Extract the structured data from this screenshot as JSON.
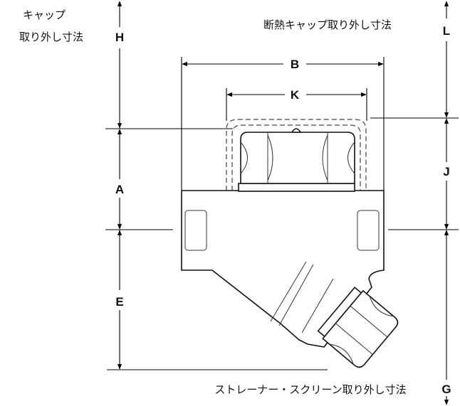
{
  "labels": {
    "cap_removal_line1": "キャップ",
    "cap_removal_line2": "取り外し寸法",
    "insulated_cap_removal": "断熱キャップ取り外し寸法",
    "strainer_screen_removal": "ストレーナー・スクリーン取り外し寸法"
  },
  "dimensions": {
    "H": "H",
    "L": "L",
    "B": "B",
    "K": "K",
    "A": "A",
    "J": "J",
    "E": "E",
    "G": "G"
  },
  "colors": {
    "line": "#000000",
    "background": "#ffffff"
  }
}
